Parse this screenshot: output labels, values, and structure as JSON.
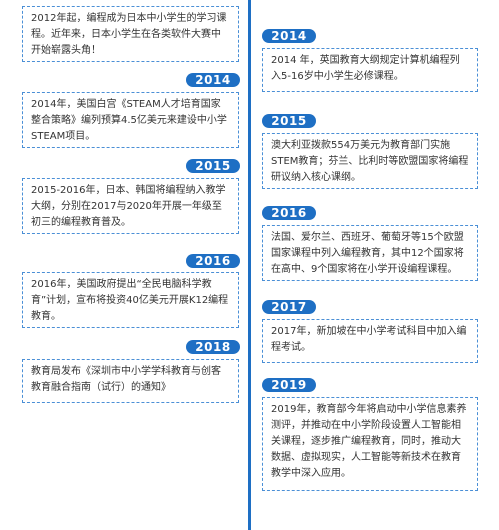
{
  "left": [
    {
      "year": "",
      "text": "2012年起，编程成为日本中小学生的学习课程。近年来，日本小学生在各类软件大赛中开始崭露头角！"
    },
    {
      "year": "2014",
      "text": "2014年，美国白宫《STEAM人才培育国家整合策略》编列预算4.5亿美元来建设中小学STEAM项目。"
    },
    {
      "year": "2015",
      "text": "2015-2016年，日本、韩国将编程纳入教学大纲，分别在2017与2020年开展一年级至初三的编程教育普及。"
    },
    {
      "year": "2016",
      "text": "2016年，美国政府提出“全民电脑科学教育”计划，宣布将投资40亿美元开展K12编程教育。"
    },
    {
      "year": "2018",
      "text": "教育局发布《深圳市中小学学科教育与创客教育融合指南（试行）的通知》"
    }
  ],
  "right": [
    {
      "year": "2014",
      "text": "2014 年，英国教育大纲规定计算机编程列入5-16岁中小学生必修课程。"
    },
    {
      "year": "2015",
      "text": "澳大利亚拨款554万美元为教育部门实施STEM教育；芬兰、比利时等欧盟国家将编程研议纳入核心课纲。"
    },
    {
      "year": "2016",
      "text": "法国、爱尔兰、西班牙、葡萄牙等15个欧盟国家课程中列入编程教育，其中12个国家将在高中、9个国家将在小学开设编程课程。"
    },
    {
      "year": "2017",
      "text": "2017年，新加坡在中小学考试科目中加入编程考试。"
    },
    {
      "year": "2019",
      "text": "2019年，教育部今年将启动中小学信息素养测评，并推动在中小学阶段设置人工智能相关课程，逐步推广编程教育，同时，推动大数据、虚拟现实，人工智能等新技术在教育教学中深入应用。"
    }
  ]
}
